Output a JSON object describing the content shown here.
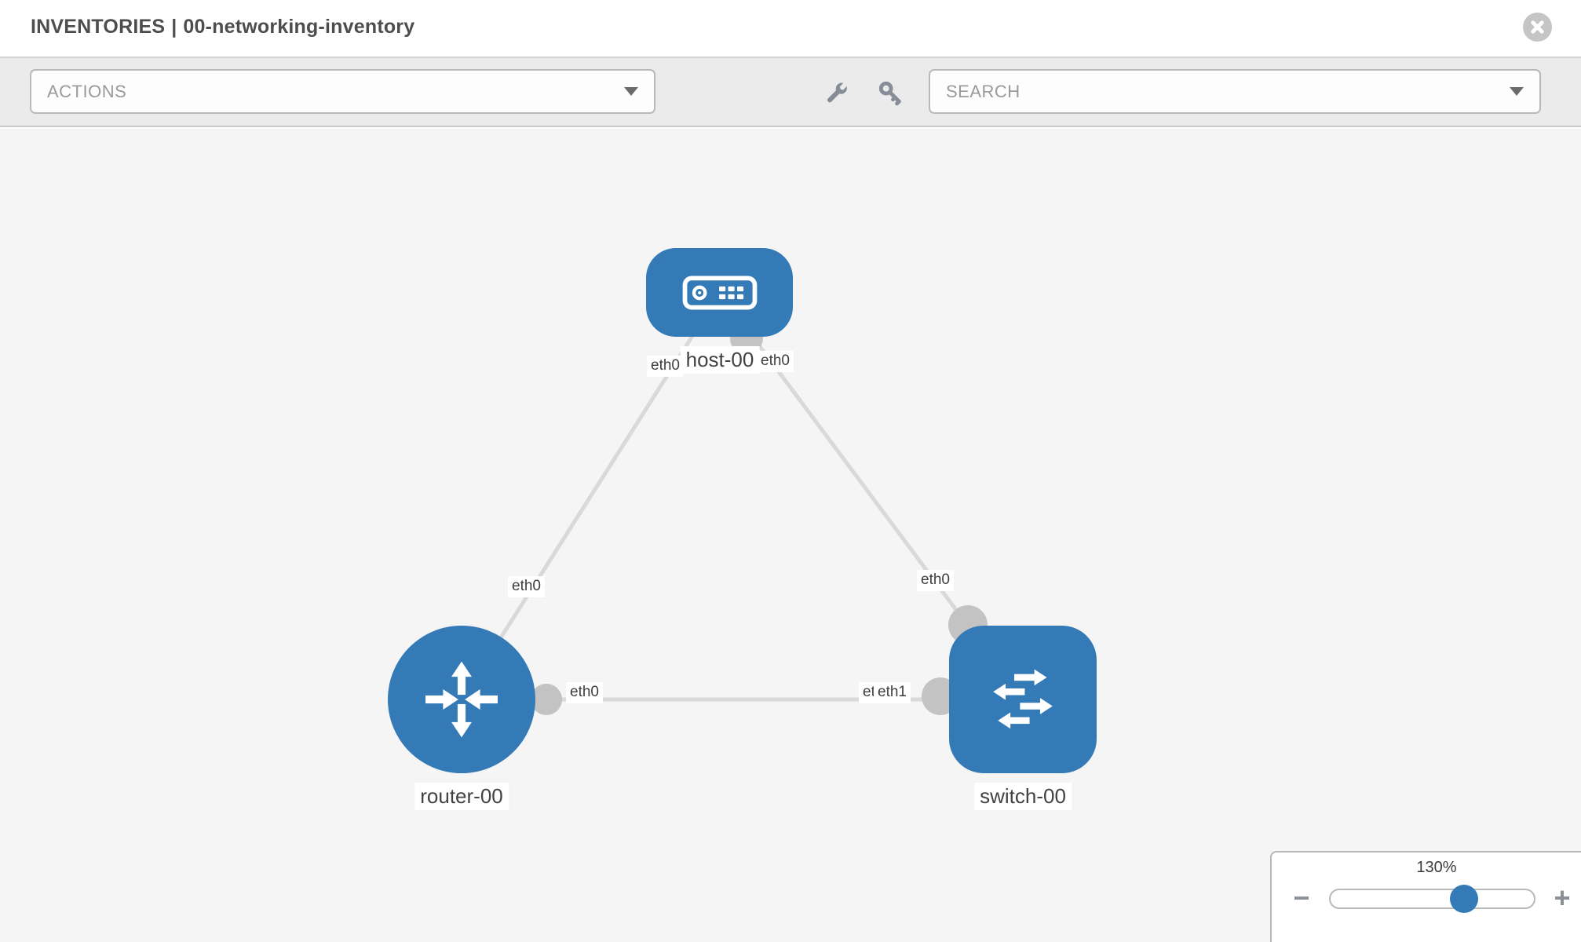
{
  "header": {
    "section_title": "INVENTORIES",
    "separator": "|",
    "inventory_name": "00-networking-inventory"
  },
  "toolbar": {
    "actions_dropdown": {
      "label": "ACTIONS"
    },
    "search_dropdown": {
      "label": "SEARCH"
    },
    "icons": [
      "wrench-icon",
      "key-icon"
    ]
  },
  "topology": {
    "nodes": [
      {
        "id": "host-00",
        "type": "host",
        "label": "host-00"
      },
      {
        "id": "router-00",
        "type": "router",
        "label": "router-00"
      },
      {
        "id": "switch-00",
        "type": "switch",
        "label": "switch-00"
      }
    ],
    "links": [
      {
        "from": "host-00",
        "to": "router-00",
        "from_if": "eth0",
        "to_if": "eth0"
      },
      {
        "from": "host-00",
        "to": "switch-00",
        "from_if": "eth0",
        "to_if": "eth0"
      },
      {
        "from": "router-00",
        "to": "switch-00",
        "from_if": "eth0",
        "to_if": "eth1"
      }
    ]
  },
  "zoom_control": {
    "level": "130%",
    "minus_label": "−",
    "plus_label": "+"
  },
  "colors": {
    "node_blue": "#337ab7",
    "link_gray": "#d9d9d9",
    "interface_gray": "#c3c3c3",
    "canvas_bg": "#f5f5f5",
    "toolbar_bg": "#ebebeb"
  }
}
